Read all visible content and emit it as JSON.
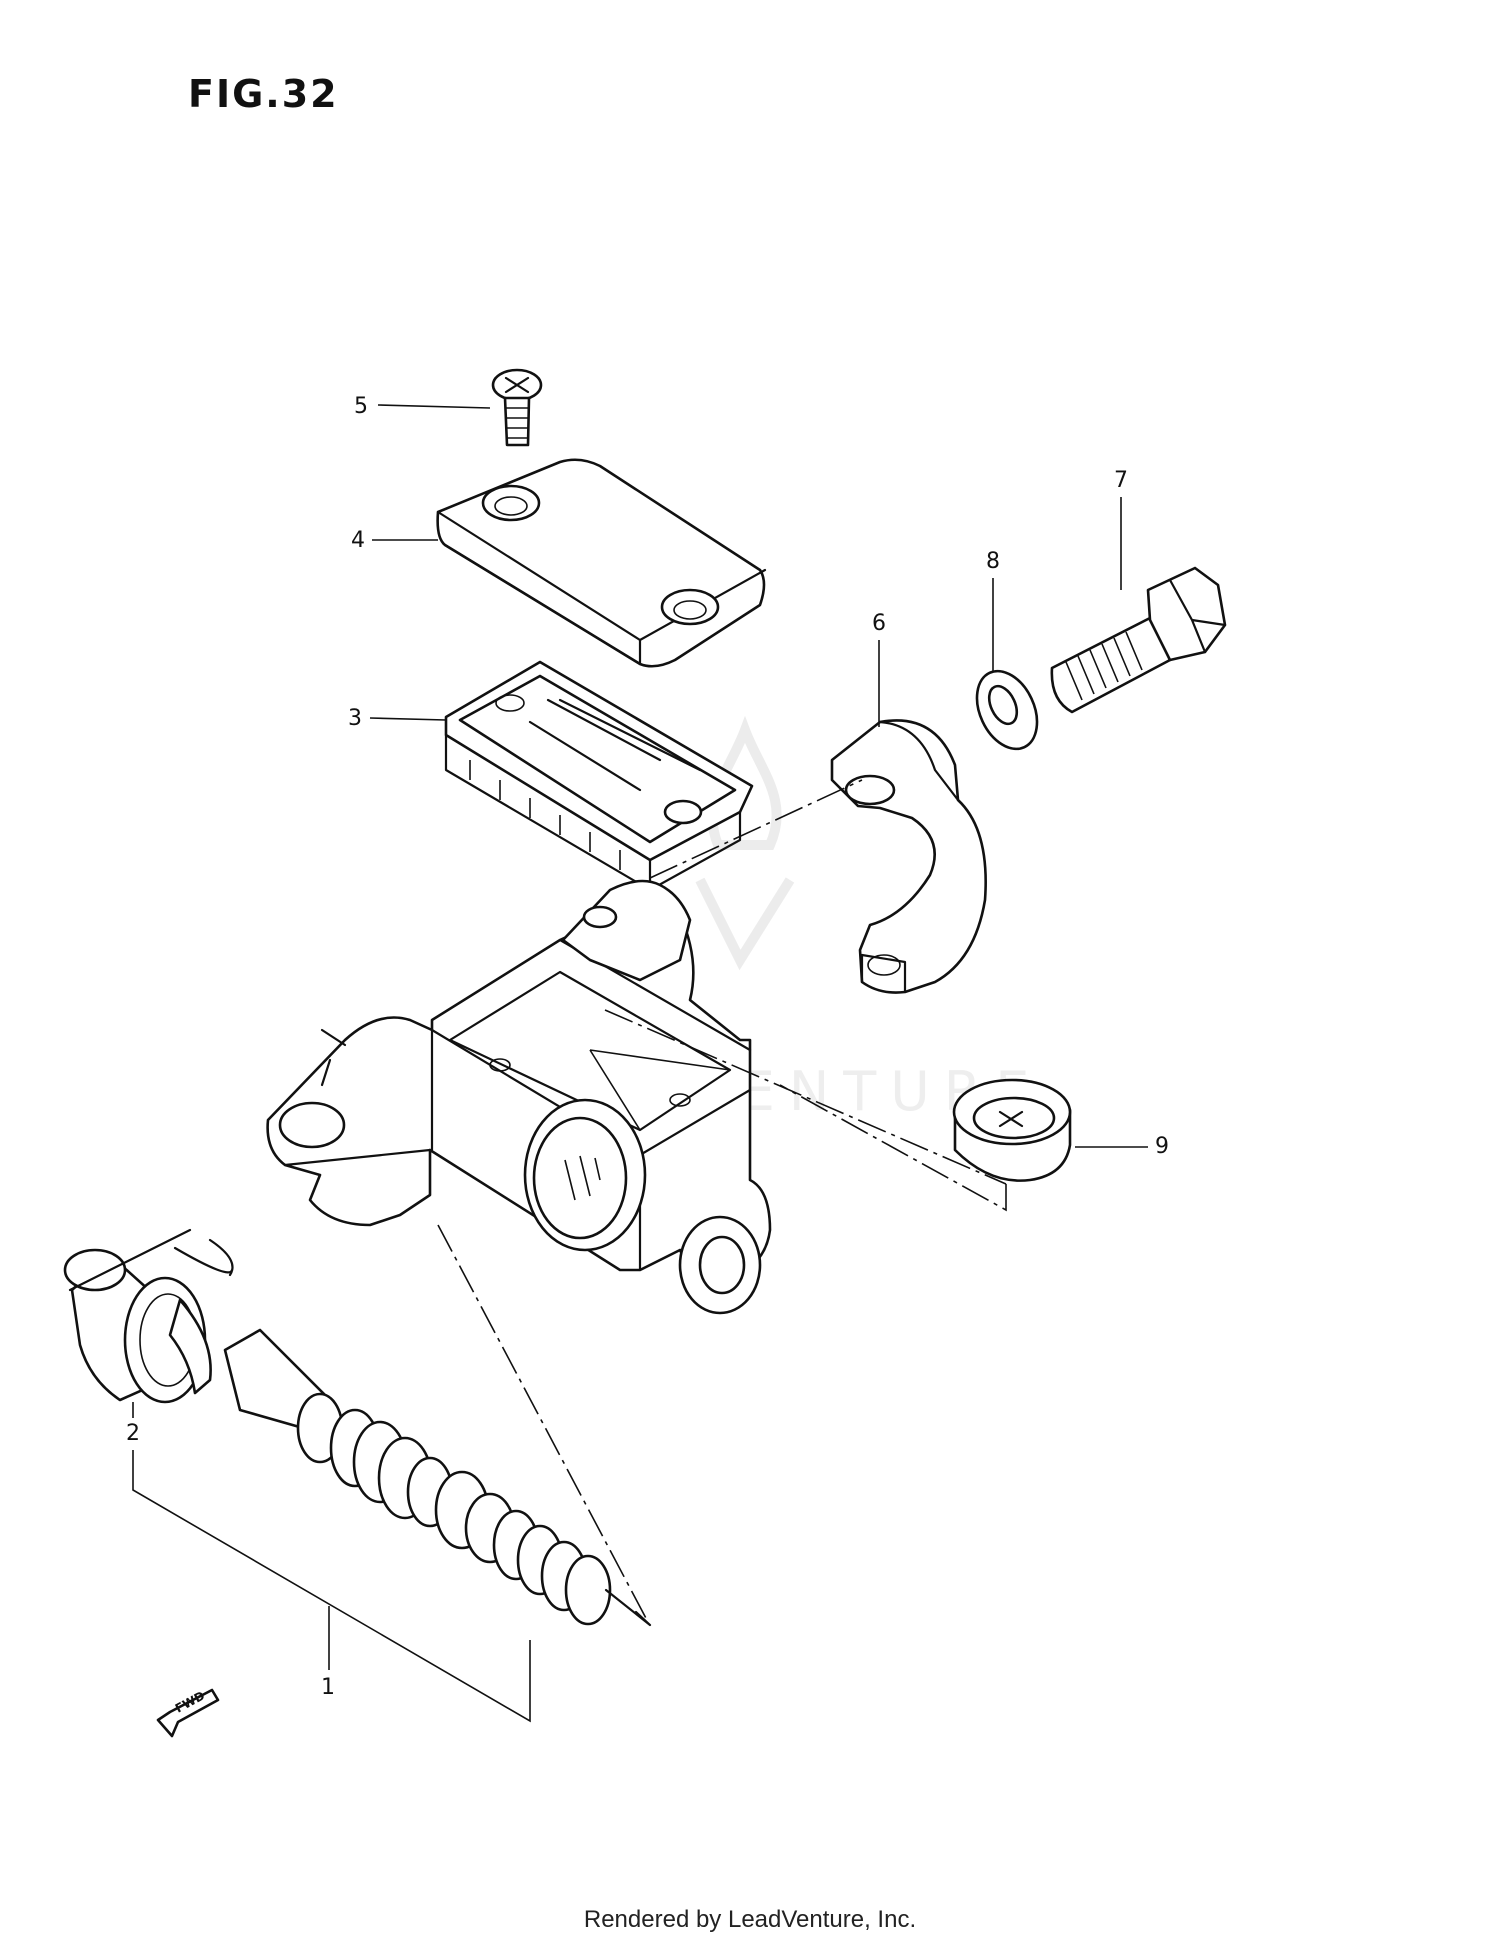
{
  "figure": {
    "title": "FIG.32",
    "callouts": {
      "c1": "1",
      "c2": "2",
      "c3": "3",
      "c4": "4",
      "c5": "5",
      "c6": "6",
      "c7": "7",
      "c8": "8",
      "c9": "9"
    },
    "fwd_label": "FWD"
  },
  "watermark": {
    "text": "LEADVENTURE"
  },
  "footer": {
    "text": "Rendered by LeadVenture, Inc."
  }
}
